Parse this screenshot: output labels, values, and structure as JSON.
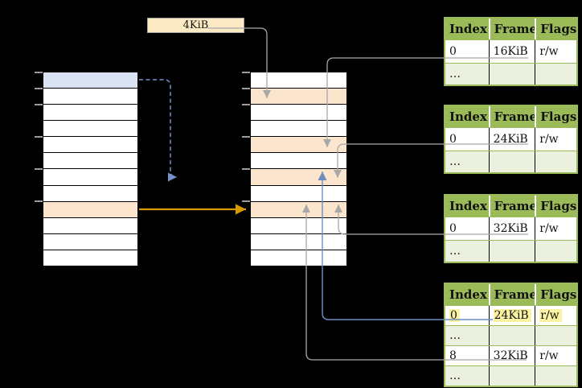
{
  "page_box": {
    "label": "4KiB"
  },
  "stacks": {
    "left": {
      "name": "virtual-memory",
      "cells": [
        "blue",
        "white",
        "white",
        "white",
        "white",
        "white",
        "white",
        "white",
        "orange",
        "white",
        "white",
        "white"
      ],
      "tick_marks": [
        0,
        1,
        2,
        4,
        6,
        8
      ]
    },
    "middle": {
      "name": "physical-memory",
      "cells": [
        "white",
        "orange",
        "white",
        "white",
        "orange",
        "white",
        "orange",
        "white",
        "orange",
        "white",
        "white",
        "white"
      ],
      "tick_marks": [
        0,
        1,
        2,
        4,
        6,
        8
      ]
    }
  },
  "tables": [
    {
      "name": "page-table-16kib",
      "headers": [
        "Index",
        "Frame",
        "Flags"
      ],
      "rows": [
        {
          "cells": [
            "0",
            "16KiB",
            "r/w"
          ],
          "shade": "white",
          "highlight": false
        },
        {
          "cells": [
            "…",
            "",
            ""
          ],
          "shade": "green",
          "highlight": false
        }
      ]
    },
    {
      "name": "page-table-24kib",
      "headers": [
        "Index",
        "Frame",
        "Flags"
      ],
      "rows": [
        {
          "cells": [
            "0",
            "24KiB",
            "r/w"
          ],
          "shade": "white",
          "highlight": false
        },
        {
          "cells": [
            "…",
            "",
            ""
          ],
          "shade": "green",
          "highlight": false
        }
      ]
    },
    {
      "name": "page-table-32kib",
      "headers": [
        "Index",
        "Frame",
        "Flags"
      ],
      "rows": [
        {
          "cells": [
            "0",
            "32KiB",
            "r/w"
          ],
          "shade": "white",
          "highlight": false
        },
        {
          "cells": [
            "…",
            "",
            ""
          ],
          "shade": "green",
          "highlight": false
        }
      ]
    },
    {
      "name": "level2-page-table",
      "headers": [
        "Index",
        "Frame",
        "Flags"
      ],
      "rows": [
        {
          "cells": [
            "0",
            "24KiB",
            "r/w"
          ],
          "shade": "white",
          "highlight": true
        },
        {
          "cells": [
            "…",
            "",
            ""
          ],
          "shade": "green",
          "highlight": false
        },
        {
          "cells": [
            "8",
            "32KiB",
            "r/w"
          ],
          "shade": "white",
          "highlight": false
        },
        {
          "cells": [
            "…",
            "",
            ""
          ],
          "shade": "green",
          "highlight": false
        }
      ]
    }
  ],
  "connections": [
    {
      "id": "page-size-to-frame",
      "from": "page-size-label",
      "to": "physical-frame-4kib",
      "color": "gray"
    },
    {
      "id": "pt16-frame-arrow",
      "from": "page-table-16kib.frame",
      "to": "physical-frame-16kib",
      "color": "gray"
    },
    {
      "id": "pt24-frame-arrow",
      "from": "page-table-24kib.frame",
      "to": "physical-frame-24kib",
      "color": "gray"
    },
    {
      "id": "pt32-frame-arrow",
      "from": "page-table-32kib.frame",
      "to": "physical-frame-32kib",
      "color": "gray"
    },
    {
      "id": "l2-row0-frame-arrow",
      "from": "level2-page-table.row-0.frame",
      "to": "physical-frame-24kib",
      "color": "blue"
    },
    {
      "id": "l2-row8-frame-arrow",
      "from": "level2-page-table.row-8.frame",
      "to": "physical-frame-32kib",
      "color": "gray"
    },
    {
      "id": "virtual-page0-translation",
      "from": "virtual-memory.cell-0",
      "to": "physical-frame-24kib",
      "color": "blue-dashed"
    },
    {
      "id": "virtual-32kib-translation",
      "from": "virtual-memory.cell-32kib",
      "to": "physical-frame-32kib",
      "color": "orange"
    }
  ],
  "colors": {
    "header_green": "#9bbb59",
    "row_green": "#ebf1de",
    "cell_orange": "#fce5cd",
    "cell_blue": "#dae3f3",
    "label_cream": "#fceac4",
    "highlight_yellow": "#fbf3a1",
    "arrow_gray": "#a8a8a8",
    "arrow_blue": "#6c8ebf",
    "arrow_blue_dashed": "#7491c8",
    "arrow_orange": "#d79b00"
  }
}
